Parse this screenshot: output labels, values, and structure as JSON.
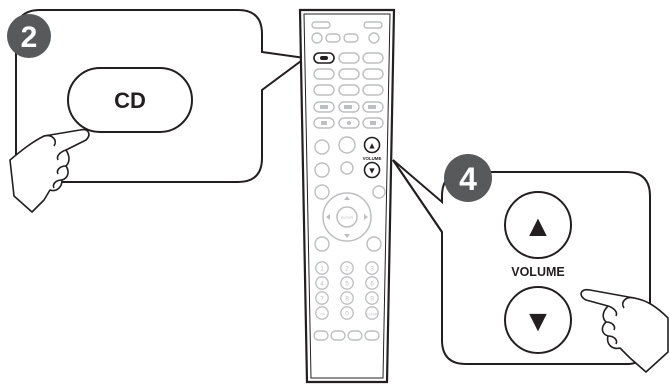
{
  "callout_left": {
    "step_number": "2",
    "button_label": "CD"
  },
  "callout_right": {
    "step_number": "4",
    "volume_label": "VOLUME",
    "up_symbol": "▲",
    "down_symbol": "▼"
  },
  "remote": {
    "volume_label": "VOLUME",
    "volume_up_symbol": "▲",
    "volume_down_symbol": "▼",
    "number_keys": [
      "1",
      "2",
      "3",
      "4",
      "5",
      "6",
      "7",
      "8",
      "9",
      "+10",
      "0",
      "CLEAR"
    ],
    "enter_label": "ENTER"
  },
  "colors": {
    "step_badge": "#58595b",
    "outline": "#231f20",
    "remote_buttons": "#bcbec0"
  }
}
